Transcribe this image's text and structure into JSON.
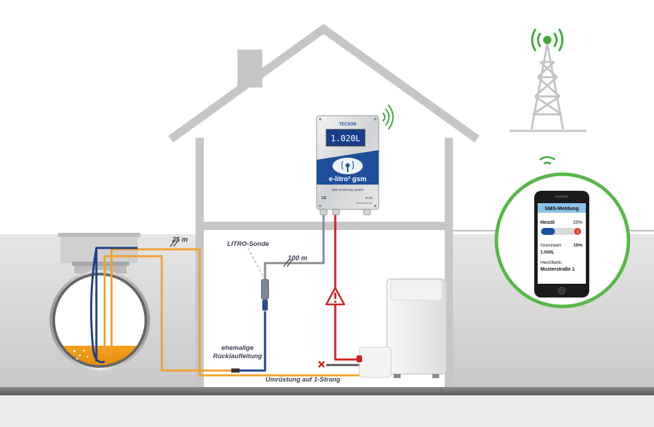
{
  "labels": {
    "distance_25": "25 m",
    "distance_100": "100 m",
    "probe": "LITRO-Sonde",
    "old_return_line_1": "ehemalige",
    "old_return_line_2": "Rücklaufleitung",
    "conversion": "Umrüstung auf 1-Strang"
  },
  "device": {
    "brand": "TECSON",
    "display_value": "1.020L",
    "product_name": "e-litro³ gsm",
    "tagline": "tank monitoring system",
    "ip_rating": "IP 50",
    "ce_mark": "CE",
    "website": "www.tecson.de"
  },
  "phone": {
    "header": "SMS-Meldung",
    "product_label": "Heizöl",
    "product_percent": "15%",
    "limit_label": "Grenzwert:",
    "limit_value": "15%",
    "volume": "1.020L",
    "tank_label": "Heizöltank:",
    "tank_name": "Musterstraße 1"
  },
  "colors": {
    "house": "#c9c9c9",
    "ground": "#d6d6d6",
    "orange_line": "#f0a030",
    "blue_line": "#1d3f8a",
    "red_line": "#d02020",
    "signal_green": "#3fa83a",
    "device_blue": "#1d4f9a"
  },
  "icons": {
    "device_logo": "antenna-icon",
    "warning": "warning-triangle-icon",
    "alert": "exclamation-icon",
    "signal": "wifi-signal-icon"
  }
}
